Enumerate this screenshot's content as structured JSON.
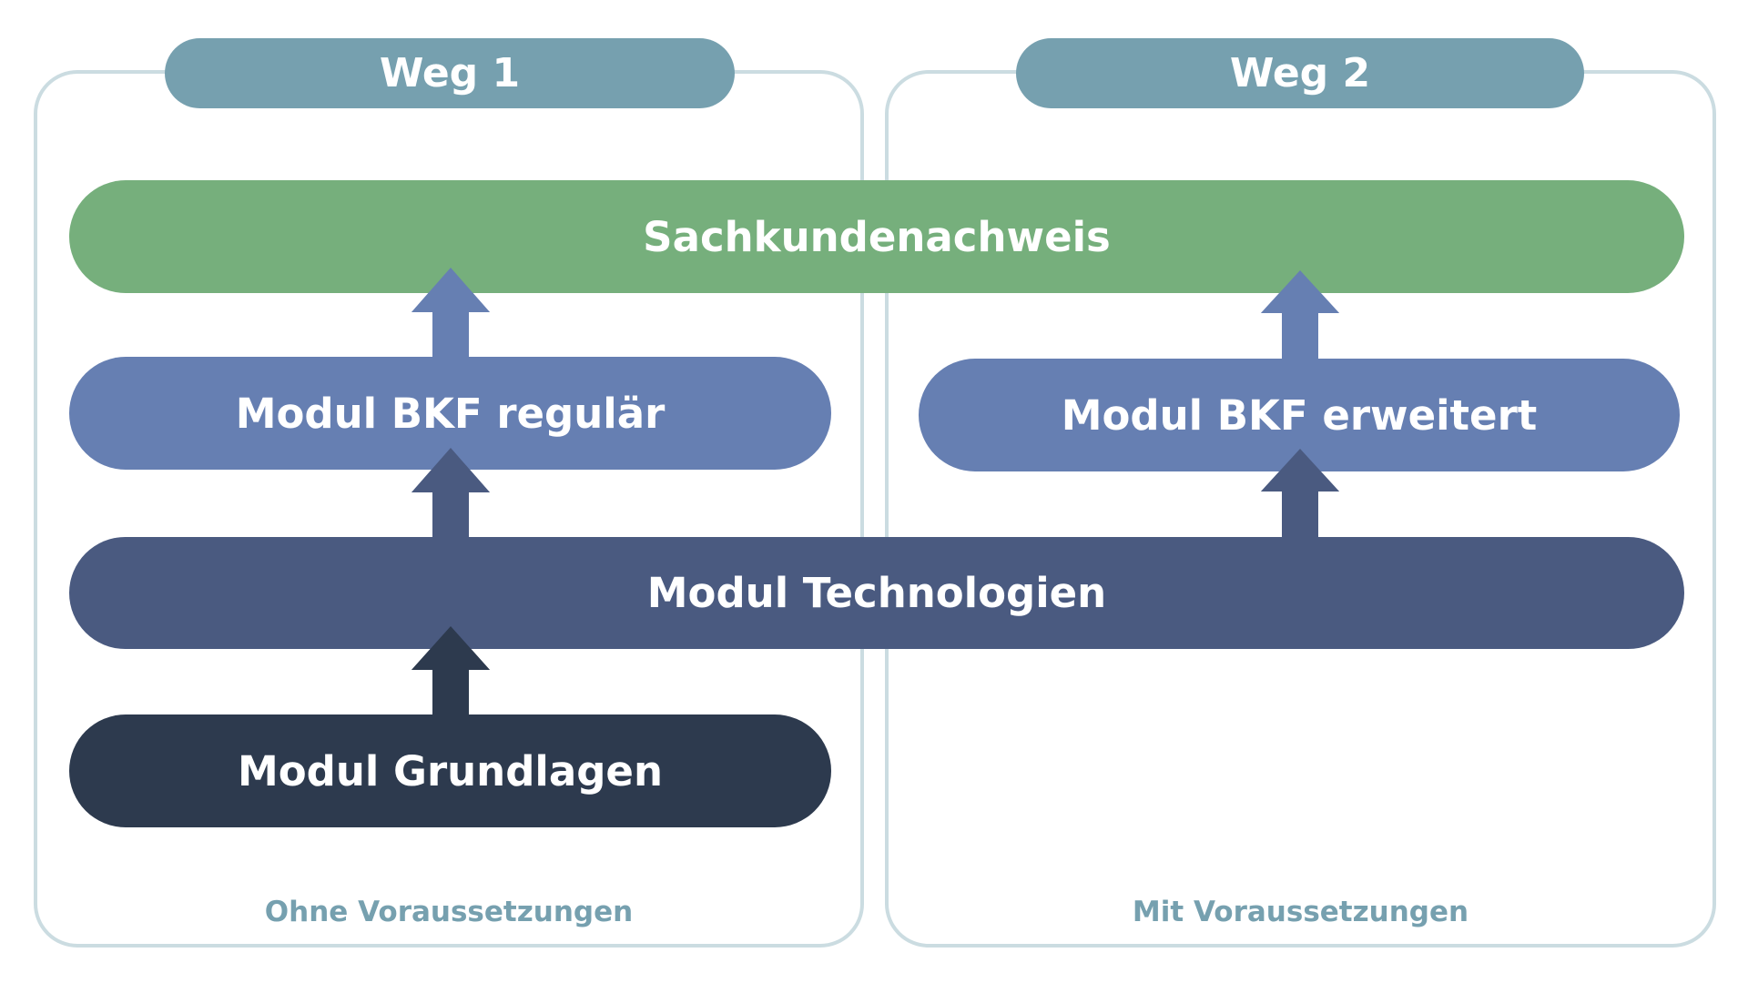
{
  "paths": [
    {
      "title": "Weg 1",
      "condition": "Ohne Voraussetzungen"
    },
    {
      "title": "Weg 2",
      "condition": "Mit Voraussetzungen"
    }
  ],
  "modules": {
    "sachkunde": "Sachkundenachweis",
    "bkf_regular": "Modul BKF regulär",
    "bkf_extended": "Modul BKF erweitert",
    "technologies": "Modul Technologien",
    "basics": "Modul Grundlagen"
  },
  "colors": {
    "path_header": "#76A0AF",
    "panel_border": "#CBDCE1",
    "sachkunde": "#76AF7C",
    "bkf": "#667FB2",
    "technologies": "#4A5A80",
    "basics": "#2D3A4E"
  },
  "arrows": [
    {
      "from": "bkf_regular",
      "to": "sachkunde",
      "path": "Weg 1"
    },
    {
      "from": "technologies",
      "to": "bkf_regular",
      "path": "Weg 1"
    },
    {
      "from": "basics",
      "to": "technologies",
      "path": "Weg 1"
    },
    {
      "from": "bkf_extended",
      "to": "sachkunde",
      "path": "Weg 2"
    },
    {
      "from": "technologies",
      "to": "bkf_extended",
      "path": "Weg 2"
    }
  ]
}
